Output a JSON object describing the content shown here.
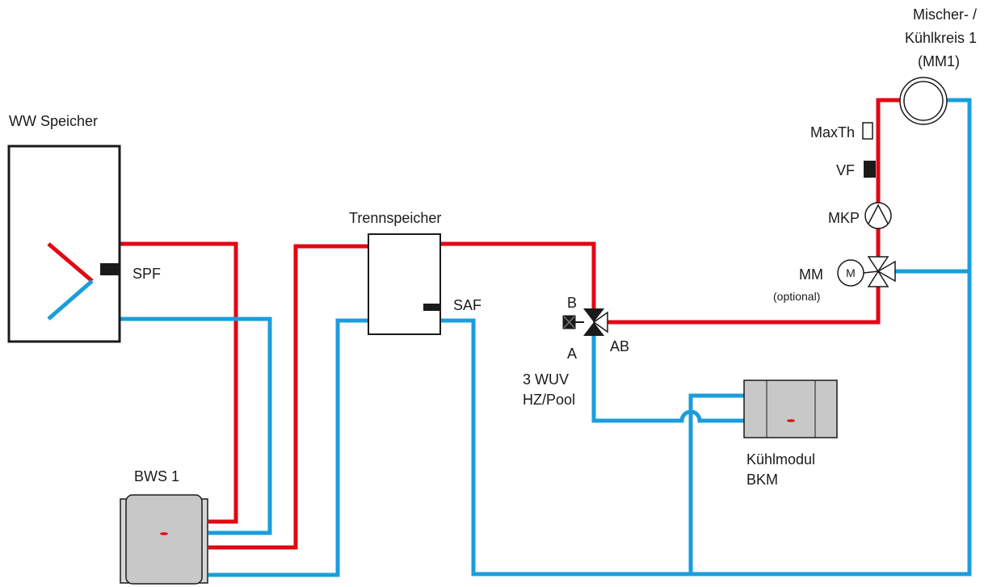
{
  "labels": {
    "ww_speicher": "WW Speicher",
    "spf": "SPF",
    "trennspeicher": "Trennspeicher",
    "saf": "SAF",
    "bws": "BWS 1",
    "valve_b": "B",
    "valve_a": "A",
    "valve_ab": "AB",
    "wuv_line1": "3 WUV",
    "wuv_line2": "HZ/Pool",
    "kuehlmodul_line1": "Kühlmodul",
    "kuehlmodul_line2": "BKM",
    "mischer_line1": "Mischer- /",
    "mischer_line2": "Kühlkreis 1",
    "mischer_line3": "(MM1)",
    "maxth": "MaxTh",
    "vf": "VF",
    "mkp": "MKP",
    "mm": "MM",
    "mm_optional": "(optional)",
    "motor_symbol": "M"
  },
  "colors": {
    "supply_hot": "#e30613",
    "return_cold": "#1b9ddb",
    "device_gray": "#c8c8c8",
    "outline": "#1a1a1a"
  }
}
